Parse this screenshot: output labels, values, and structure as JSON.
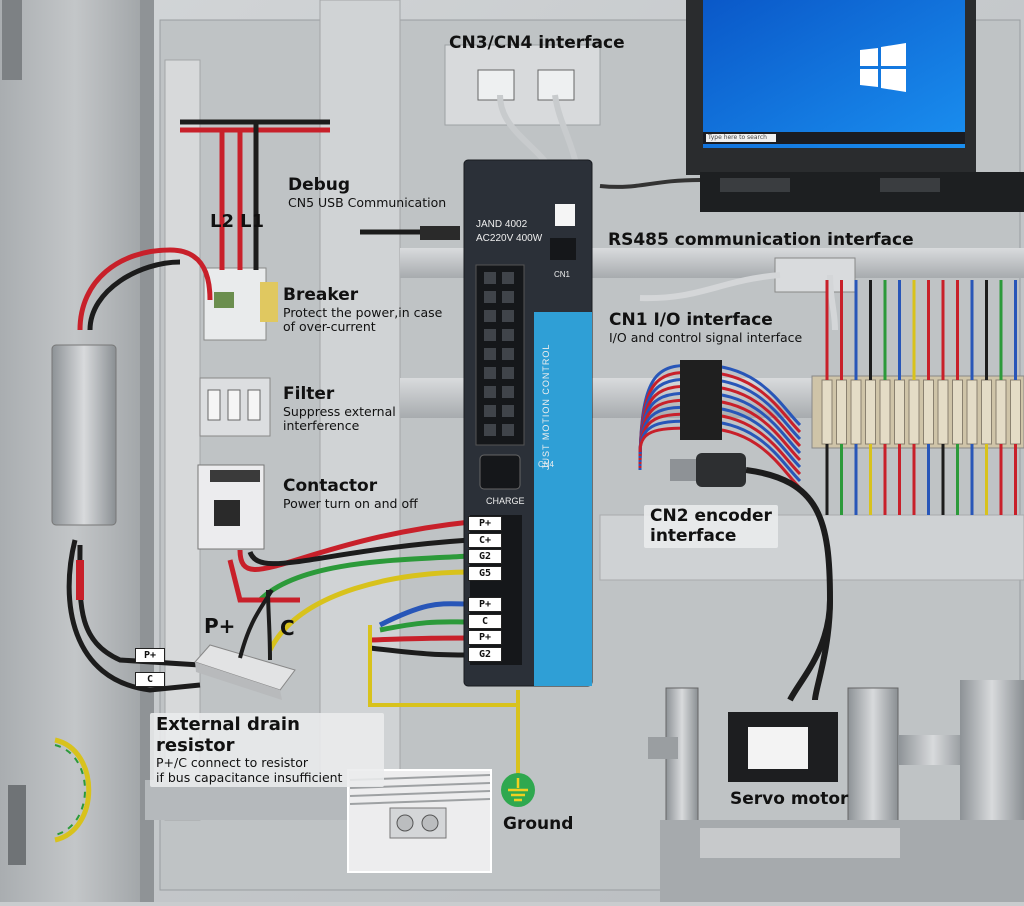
{
  "labels": {
    "cn3_cn4": "CN3/CN4 interface",
    "debug_title": "Debug",
    "debug_sub": "CN5 USB Communication",
    "l2": "L2",
    "l1": "L1",
    "breaker_title": "Breaker",
    "breaker_sub1": "Protect the power,in case",
    "breaker_sub2": "of over-current",
    "filter_title": "Filter",
    "filter_sub1": "Suppress external",
    "filter_sub2": "interference",
    "contactor_title": "Contactor",
    "contactor_sub": "Power turn on and off",
    "rs485": "RS485 communication interface",
    "cn1_title": "CN1  I/O interface",
    "cn1_sub": "I/O and control signal interface",
    "cn2_line1": "CN2 encoder",
    "cn2_line2": "interface",
    "p_plus": "P+",
    "c": "C",
    "drain_title": "External drain resistor",
    "drain_sub1": "P+/C connect to resistor",
    "drain_sub2": "if bus capacitance insufficient",
    "ground": "Ground",
    "servo_motor": "Servo motor"
  },
  "drive": {
    "model": "JAND 4002",
    "rating": "AC220V 400W",
    "brand": "JUST MOTION CONTROL",
    "charge": "CHARGE",
    "port_cn1": "CN1",
    "port_cn4": "CN4"
  },
  "wire_tags_top": [
    "P+",
    "C+",
    "G2",
    "G5"
  ],
  "wire_tags_bottom": [
    "P+",
    "C",
    "P+",
    "G2"
  ],
  "resistor_tags": [
    "P+",
    "C"
  ],
  "laptop": {
    "search_placeholder": "Type here to search"
  },
  "colors": {
    "drive_body": "#2b3038",
    "drive_accent": "#2f9fd6",
    "panel": "#c6c9cb",
    "wire_red": "#c8202a",
    "wire_blue": "#2856b8",
    "wire_green": "#2c9a3a",
    "wire_yellow": "#d8c21c"
  }
}
